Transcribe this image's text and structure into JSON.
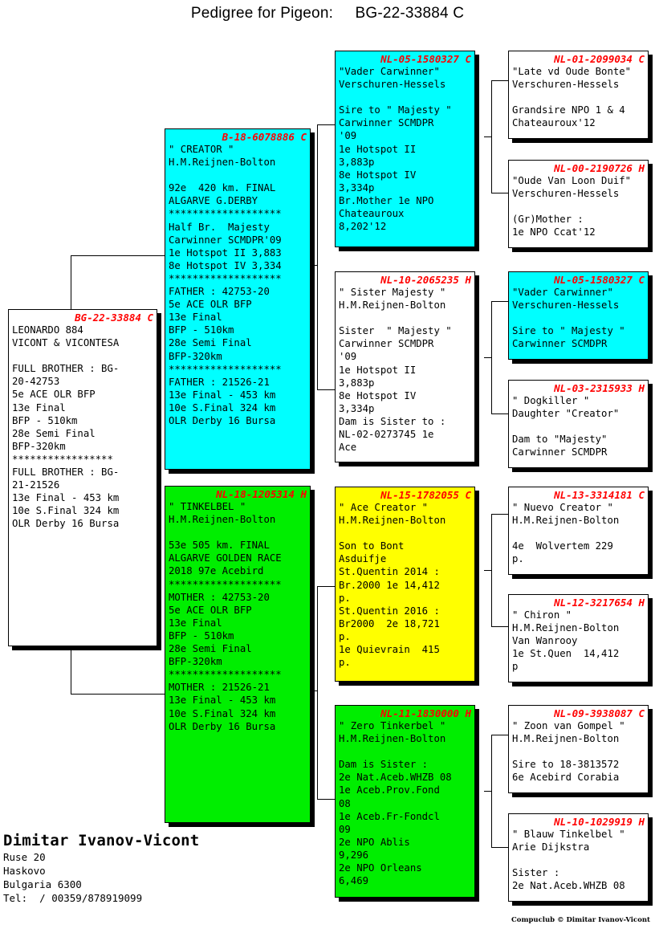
{
  "header": {
    "title": "Pedigree for Pigeon:     BG-22-33884 C"
  },
  "boxes": {
    "subject": {
      "id": "BG-22-33884 C",
      "color": "#ffffff",
      "body": "LEONARDO 884\nVICONT & VICONTESA\n\nFULL BROTHER : BG-\n20-42753\n5e ACE OLR BFP\n13e Final\nBFP - 510km\n28e Semi Final\nBFP-320km\n*****************\nFULL BROTHER : BG-\n21-21526\n13e Final - 453 km\n10e S.Final 324 km\nOLR Derby 16 Bursa"
    },
    "sire": {
      "id": "B-18-6078886 C",
      "color": "#00ffff",
      "body": "\" CREATOR \"\nH.M.Reijnen-Bolton\n\n92e  420 km. FINAL\nALGARVE G.DERBY\n*******************\nHalf Br.  Majesty\nCarwinner SCMDPR'09\n1e Hotspot II 3,883\n8e Hotspot IV 3,334\n*******************\nFATHER : 42753-20\n5e ACE OLR BFP\n13e Final\nBFP - 510km\n28e Semi Final\nBFP-320km\n*******************\nFATHER : 21526-21\n13e Final - 453 km\n10e S.Final 324 km\nOLR Derby 16 Bursa"
    },
    "dam": {
      "id": "NL-18-1205314 H",
      "color": "#00ee00",
      "body": "\" TINKELBEL \"\nH.M.Reijnen-Bolton\n\n53e 505 km. FINAL\nALGARVE GOLDEN RACE\n2018 97e Acebird\n*******************\nMOTHER : 42753-20\n5e ACE OLR BFP\n13e Final\nBFP - 510km\n28e Semi Final\nBFP-320km\n*******************\nMOTHER : 21526-21\n13e Final - 453 km\n10e S.Final 324 km\nOLR Derby 16 Bursa"
    },
    "sire_sire": {
      "id": "NL-05-1580327 C",
      "color": "#00ffff",
      "body": "\"Vader Carwinner\"\nVerschuren-Hessels\n\nSire to \" Majesty \"\nCarwinner SCMDPR\n'09\n1e Hotspot II\n3,883p\n8e Hotspot IV\n3,334p\nBr.Mother 1e NPO\nChateauroux\n8,202'12"
    },
    "sire_dam": {
      "id": "NL-10-2065235 H",
      "color": "#ffffff",
      "body": "\" Sister Majesty \"\nH.M.Reijnen-Bolton\n\nSister  \" Majesty \"\nCarwinner SCMDPR\n'09\n1e Hotspot II\n3,883p\n8e Hotspot IV\n3,334p\nDam is Sister to :\nNL-02-0273745 1e\nAce"
    },
    "dam_sire": {
      "id": "NL-15-1782055 C",
      "color": "#ffff00",
      "body": "\" Ace Creator \"\nH.M.Reijnen-Bolton\n\nSon to Bont\nAsduifje\nSt.Quentin 2014 :\nBr.2000 1e 14,412\np.\nSt.Quentin 2016 :\nBr2000  2e 18,721\np.\n1e Quievrain  415\np."
    },
    "dam_dam": {
      "id": "NL-11-1830000 H",
      "color": "#00ee00",
      "body": "\" Zero Tinkerbel \"\nH.M.Reijnen-Bolton\n\nDam is Sister :\n2e Nat.Aceb.WHZB 08\n1e Aceb.Prov.Fond\n08\n1e Aceb.Fr-Fondcl\n09\n2e NPO Ablis\n9,296\n2e NPO Orleans\n6,469"
    },
    "g1": {
      "id": "NL-01-2099034 C",
      "color": "#ffffff",
      "body": "\"Late vd Oude Bonte\"\nVerschuren-Hessels\n\nGrandsire NPO 1 & 4\nChateauroux'12"
    },
    "g2": {
      "id": "NL-00-2190726 H",
      "color": "#ffffff",
      "body": "\"Oude Van Loon Duif\"\nVerschuren-Hessels\n\n(Gr)Mother :\n1e NPO Ccat'12"
    },
    "g3": {
      "id": "NL-05-1580327 C",
      "color": "#00ffff",
      "body": "\"Vader Carwinner\"\nVerschuren-Hessels\n\nSire to \" Majesty \"\nCarwinner SCMDPR"
    },
    "g4": {
      "id": "NL-03-2315933 H",
      "color": "#ffffff",
      "body": "\" Dogkiller \"\nDaughter \"Creator\"\n\nDam to \"Majesty\"\nCarwinner SCMDPR"
    },
    "g5": {
      "id": "NL-13-3314181 C",
      "color": "#ffffff",
      "body": "\" Nuevo Creator \"\nH.M.Reijnen-Bolton\n\n4e  Wolvertem 229\np."
    },
    "g6": {
      "id": "NL-12-3217654 H",
      "color": "#ffffff",
      "body": "\" Chiron \"\nH.M.Reijnen-Bolton\nVan Wanrooy\n1e St.Quen  14,412\np"
    },
    "g7": {
      "id": "NL-09-3938087 C",
      "color": "#ffffff",
      "body": "\" Zoon van Gompel \"\nH.M.Reijnen-Bolton\n\nSire to 18-3813572\n6e Acebird Corabia"
    },
    "g8": {
      "id": "NL-10-1029919 H",
      "color": "#ffffff",
      "body": "\" Blauw Tinkelbel \"\nArie Dijkstra\n\nSister :\n2e Nat.Aceb.WHZB 08"
    }
  },
  "footer": {
    "owner": "Dimitar Ivanov-Vicont",
    "address1": "Ruse 20",
    "address2": "Haskovo",
    "address3": "Bulgaria 6300",
    "phone": "Tel:  / 00359/878919099",
    "credit": "Compuclub © Dimitar Ivanov-Vicont"
  }
}
